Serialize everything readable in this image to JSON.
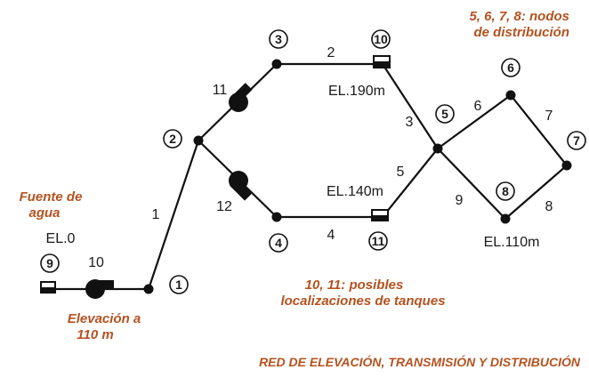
{
  "diagram": {
    "title": "RED DE ELEVACIÓN, TRANSMISIÓN Y DISTRIBUCIÓN",
    "notes": {
      "distribution_nodes_line1": "5, 6, 7, 8: nodos",
      "distribution_nodes_line2": "de distribución",
      "tank_locations_line1": "10, 11: posibles",
      "tank_locations_line2": "localizaciones de tanques",
      "water_source_line1": "Fuente de",
      "water_source_line2": "agua",
      "elevation_note_line1": "Elevación a",
      "elevation_note_line2": "110 m"
    },
    "elevations": {
      "source": "EL.0",
      "node_10": "EL.190m",
      "node_11": "EL.140m",
      "node_8": "EL.110m"
    },
    "nodes": [
      "1",
      "2",
      "3",
      "4",
      "5",
      "6",
      "7",
      "8",
      "9",
      "10",
      "11"
    ],
    "pipes": [
      "1",
      "2",
      "3",
      "4",
      "5",
      "6",
      "7",
      "8",
      "9",
      "10",
      "11",
      "12"
    ],
    "colors": {
      "line": "#111111",
      "accent": "#b5521f",
      "background": "#ffffff"
    }
  }
}
